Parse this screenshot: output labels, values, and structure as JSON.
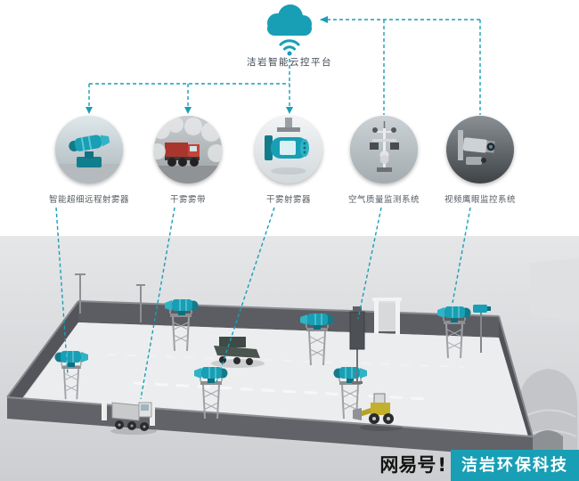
{
  "colors": {
    "accent": "#189fb5"
  },
  "cloud": {
    "label": "洁岩智能云控平台",
    "icon": "cloud-wifi-icon"
  },
  "devices": [
    {
      "icon": "fog-cannon-icon",
      "label": "智能超细远程射雾器"
    },
    {
      "icon": "fog-truck-icon",
      "label": "干雾雾带"
    },
    {
      "icon": "dry-fog-sprayer-icon",
      "label": "干雾射雾器"
    },
    {
      "icon": "air-quality-station-icon",
      "label": "空气质量监测系统"
    },
    {
      "icon": "eagle-eye-camera-icon",
      "label": "视频鹰眼监控系统"
    }
  ],
  "watermark": {
    "brand": "网易号",
    "mark": "!",
    "name": "洁岩环保科技"
  }
}
